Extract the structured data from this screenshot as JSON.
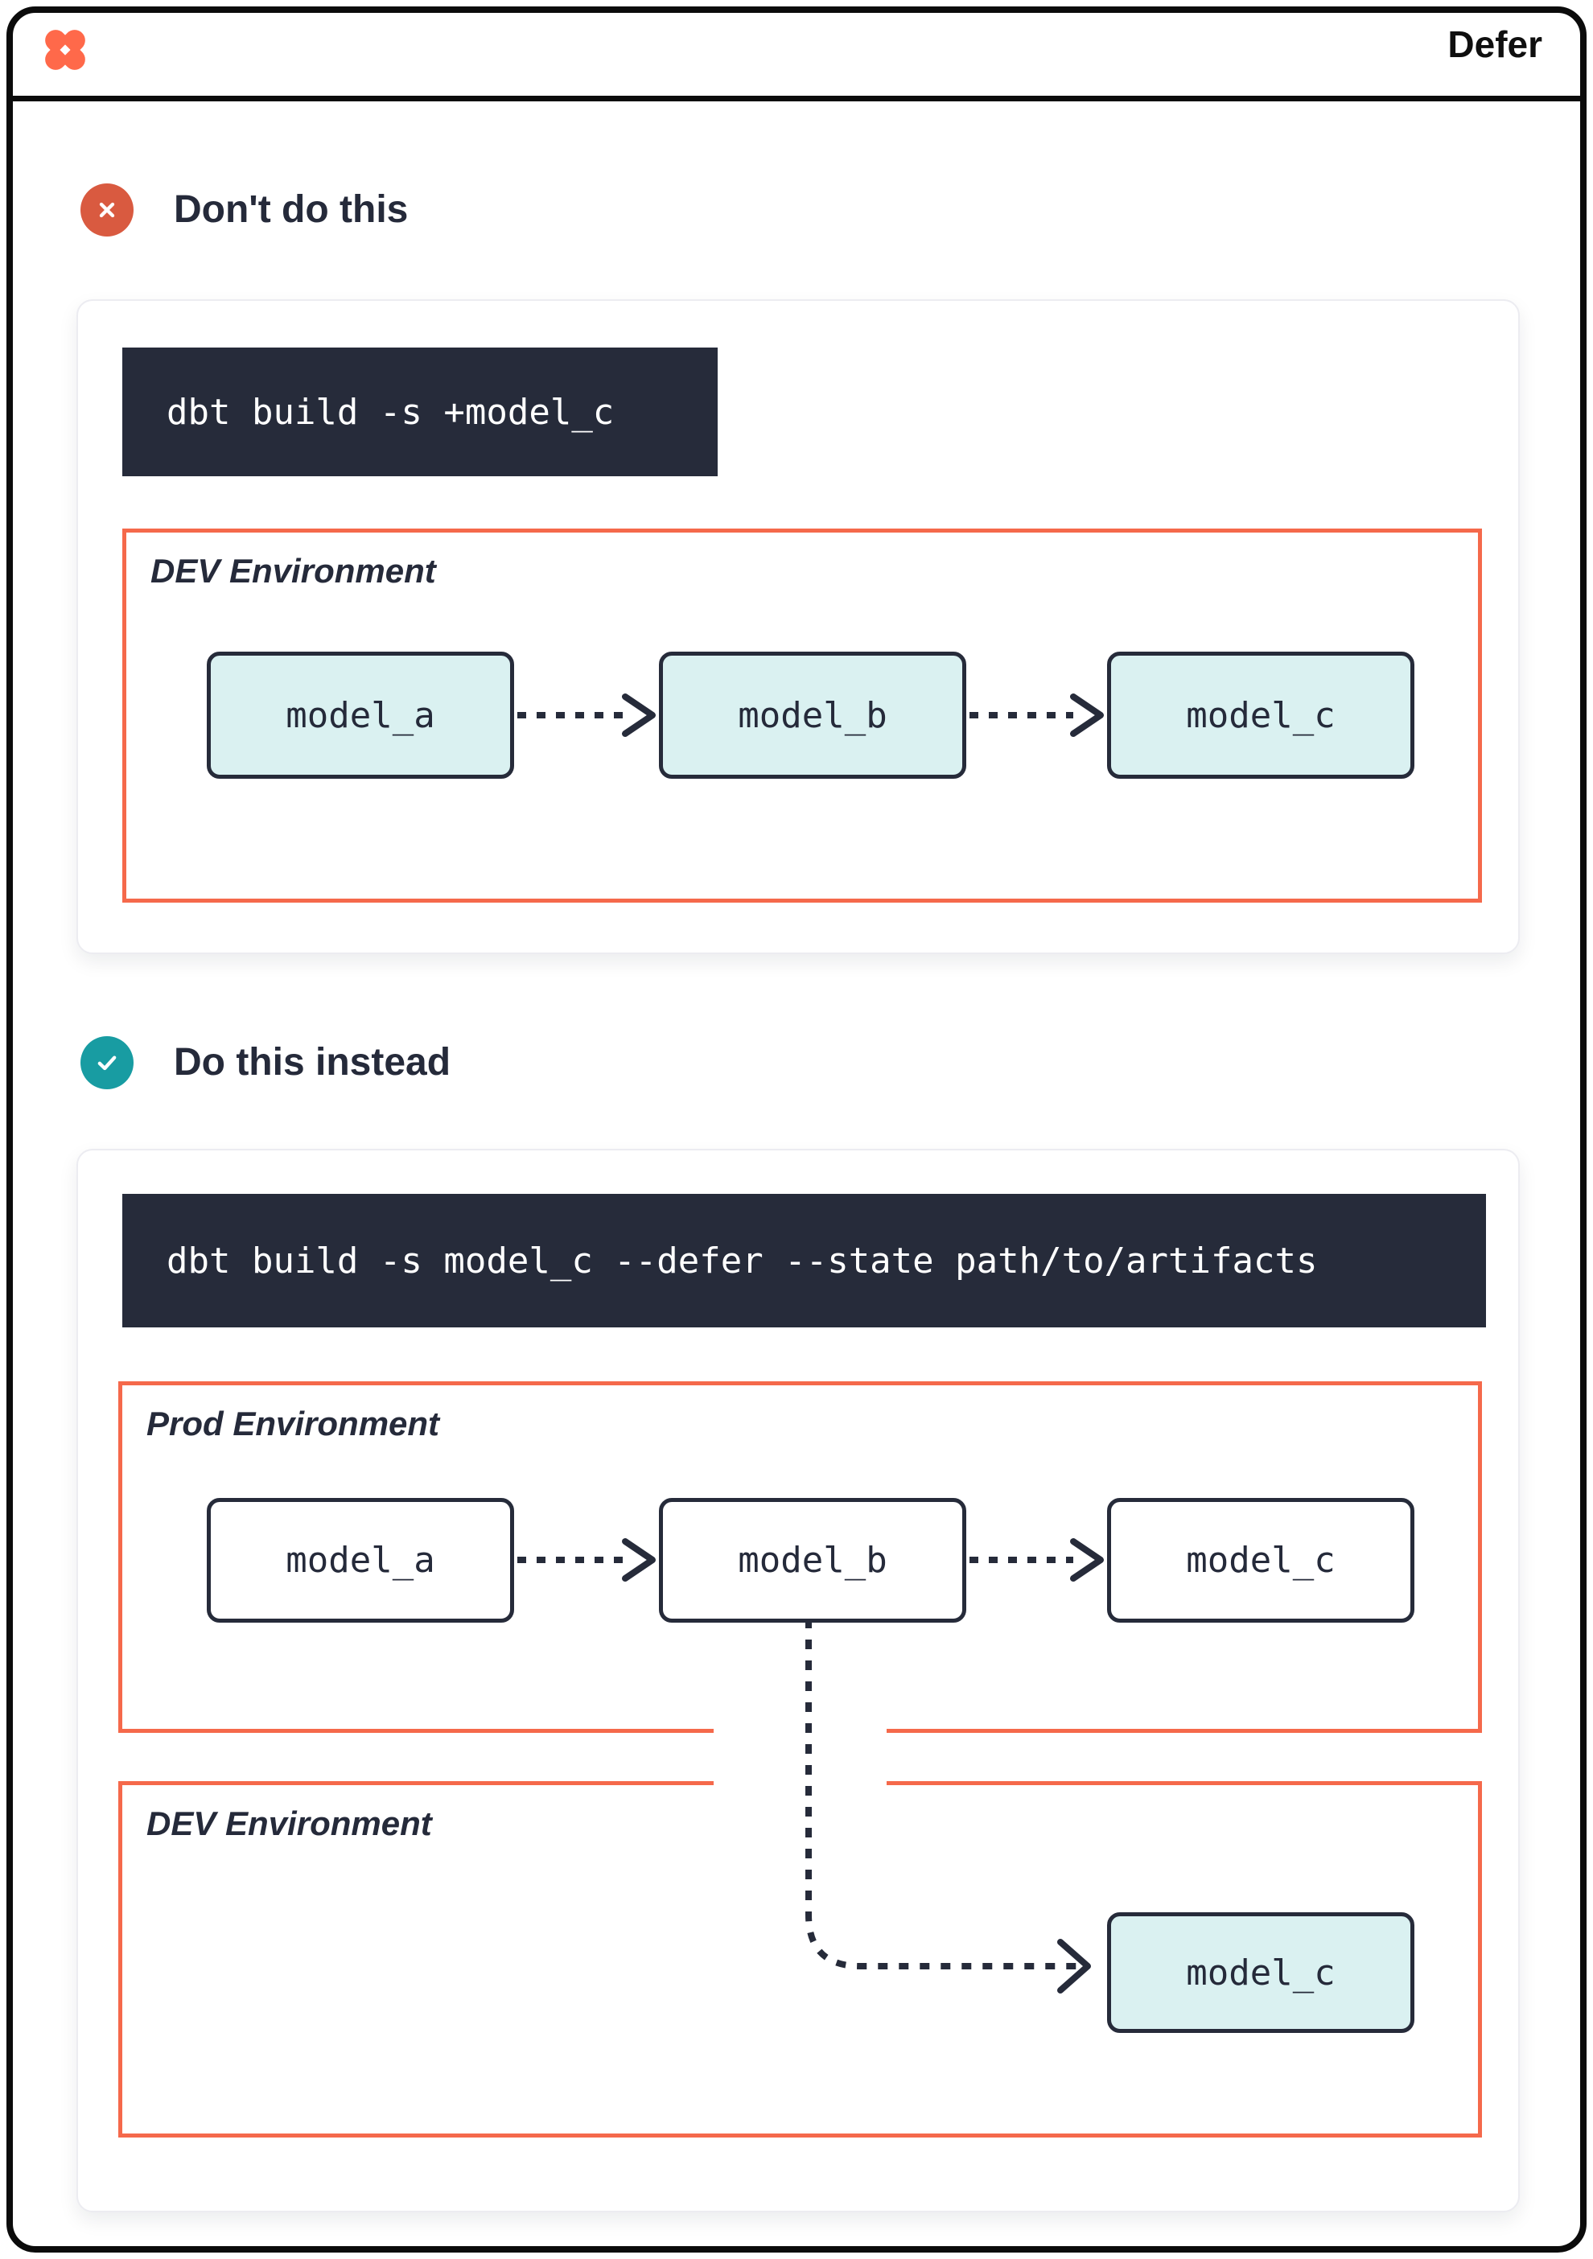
{
  "header": {
    "logo_icon": "dbt-logo",
    "title": "Defer"
  },
  "sections": [
    {
      "badge_icon": "x-icon",
      "heading": "Don't do this",
      "command": "dbt build -s +model_c",
      "environments": [
        {
          "label": "DEV Environment",
          "models": [
            "model_a",
            "model_b",
            "model_c"
          ]
        }
      ]
    },
    {
      "badge_icon": "check-icon",
      "heading": "Do this instead",
      "command": "dbt build -s model_c --defer --state path/to/artifacts",
      "environments": [
        {
          "label": "Prod Environment",
          "models": [
            "model_a",
            "model_b",
            "model_c"
          ]
        },
        {
          "label": "DEV Environment",
          "models": [
            "model_c"
          ]
        }
      ]
    }
  ],
  "connector_icon": "dashed-arrow",
  "colors": {
    "logo_orange": "#ff694a",
    "env_border_orange": "#f5694b",
    "navy": "#262b3a",
    "badge_red": "#d95a40",
    "badge_teal": "#189ca2",
    "model_fill_teal": "#daf1f1",
    "code_background": "#262b3a",
    "code_text": "#ffffff"
  }
}
